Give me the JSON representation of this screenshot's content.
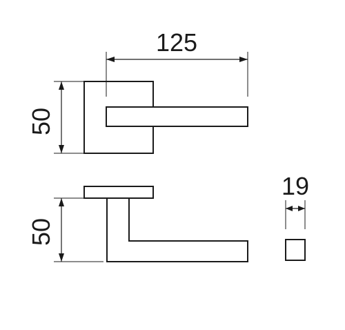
{
  "dimensions": {
    "lever_length": "125",
    "rose_height_top": "50",
    "lever_height_side": "50",
    "lever_section_width": "19"
  },
  "colors": {
    "stroke": "#1a1a1a",
    "background": "#ffffff"
  }
}
